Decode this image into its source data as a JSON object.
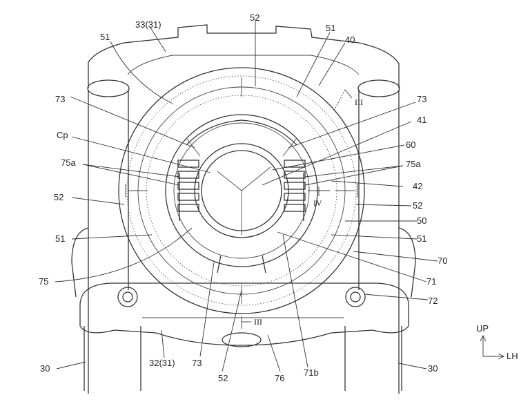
{
  "labels": {
    "l33": "33(31)",
    "l52top": "52",
    "l51tl": "51",
    "l51tr": "51",
    "l40": "40",
    "l73tl": "73",
    "l73tr": "73",
    "l41": "41",
    "lCp": "Cp",
    "l60": "60",
    "l75al": "75a",
    "l75ar": "75a",
    "l42": "42",
    "l52l": "52",
    "l52r": "52",
    "l50": "50",
    "l51l": "51",
    "l51r": "51",
    "l70": "70",
    "l75": "75",
    "l71": "71",
    "l72": "72",
    "l30l": "30",
    "l30r": "30",
    "l32": "32(31)",
    "l73b": "73",
    "l52b": "52",
    "l76": "76",
    "l71b": "71b"
  },
  "section_marks": {
    "III_top": "III",
    "III_bottom": "III",
    "IV": "IV"
  },
  "axis": {
    "up": "UP",
    "lh": "LH"
  }
}
